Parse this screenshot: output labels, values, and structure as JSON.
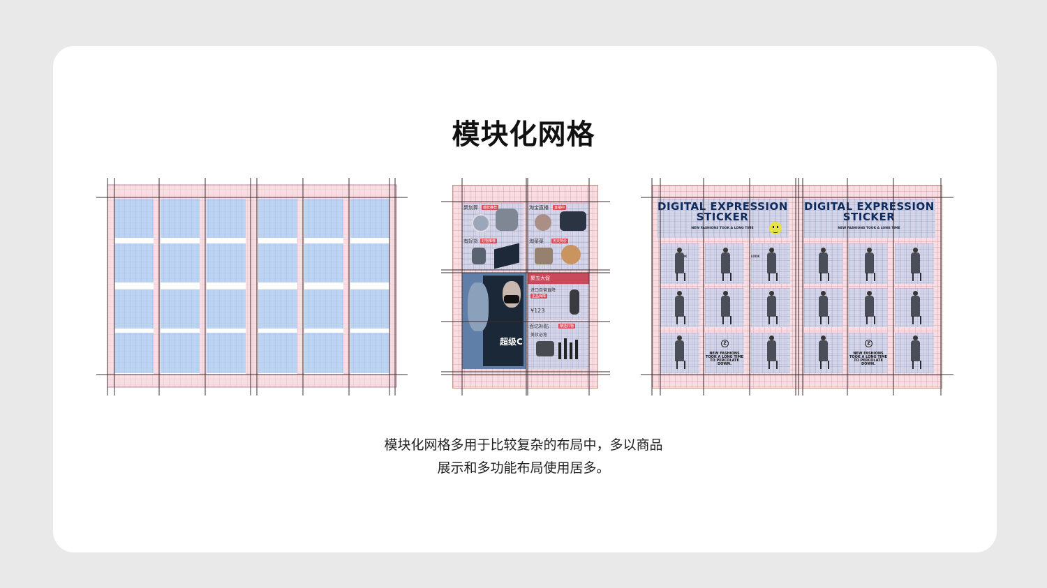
{
  "title": "模块化网格",
  "description": {
    "line1": "模块化网格多用于比较复杂的布局中，多以商品",
    "line2": "展示和多功能布局使用居多。"
  },
  "shop": {
    "labels": [
      "聚划算",
      "淘宝直播",
      "有好货",
      "淘菜菜",
      "聚五大促",
      "进口自营直降",
      "百亿补贴",
      "超级C"
    ],
    "tags": [
      "爆款推荐",
      "直播中",
      "好物推荐",
      "天天特价",
      "正品保障",
      "精选好物"
    ],
    "price": "¥123",
    "subsidy": "美妆必抢"
  },
  "poster": {
    "title_line1": "DIGITAL EXPRESSION",
    "title_line2": "STICKER",
    "subtitle": "NEW FASHIONS TOOK A LONG TIME",
    "module_text": "NEW FASHIONS TOOK A LONG TIME TO PERCOLATE DOWN.",
    "look_label": "LOOK"
  },
  "colors": {
    "module_blue": "#b9d0f0",
    "margin_pink": "#f8dde2",
    "guide_line": "#3a2a2c",
    "card_bg": "#ffffff",
    "page_bg": "#e9e9e9"
  }
}
